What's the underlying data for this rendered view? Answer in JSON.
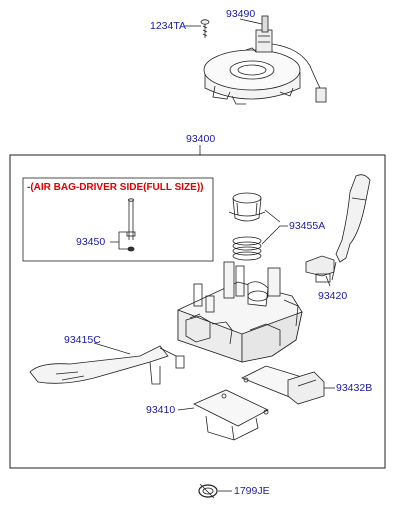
{
  "parts": {
    "screw_1234TA": "1234TA",
    "clock_spring_93490": "93490",
    "assembly_93400": "93400",
    "airbag_note": "-(AIR BAG-DRIVER SIDE(FULL SIZE))",
    "pin_93450": "93450",
    "cap_spring_93455A": "93455A",
    "switch_93420": "93420",
    "lever_93415C": "93415C",
    "cover_93432B": "93432B",
    "plate_93410": "93410",
    "clip_1799JE": "1799JE"
  },
  "colors": {
    "label": "#1a1aa6",
    "note": "#e00000",
    "line": "#222222"
  }
}
